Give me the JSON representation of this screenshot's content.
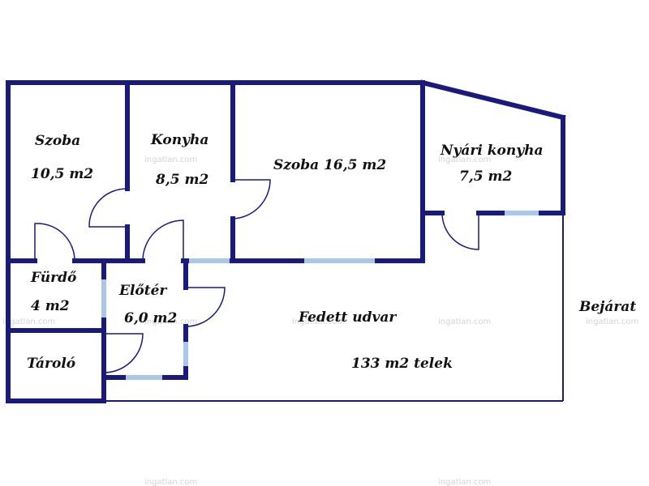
{
  "rooms": {
    "szoba1_name": "Szoba",
    "szoba1_area": "10,5 m2",
    "konyha_name": "Konyha",
    "konyha_area": "8,5 m2",
    "szoba2": "Szoba 16,5 m2",
    "nyari_name": "Nyári konyha",
    "nyari_area": "7,5 m2",
    "furdo_name": "Fürdő",
    "furdo_area": "4 m2",
    "eloter_name": "Előtér",
    "eloter_area": "6,0 m2",
    "tarolo": "Tároló",
    "udvar": "Fedett udvar",
    "telek": "133 m2 telek",
    "bejarat": "Bejárat"
  },
  "watermark": "ingatlan.com",
  "colors": {
    "wall": "#1a1a7e",
    "window": "#a9c8e8"
  }
}
